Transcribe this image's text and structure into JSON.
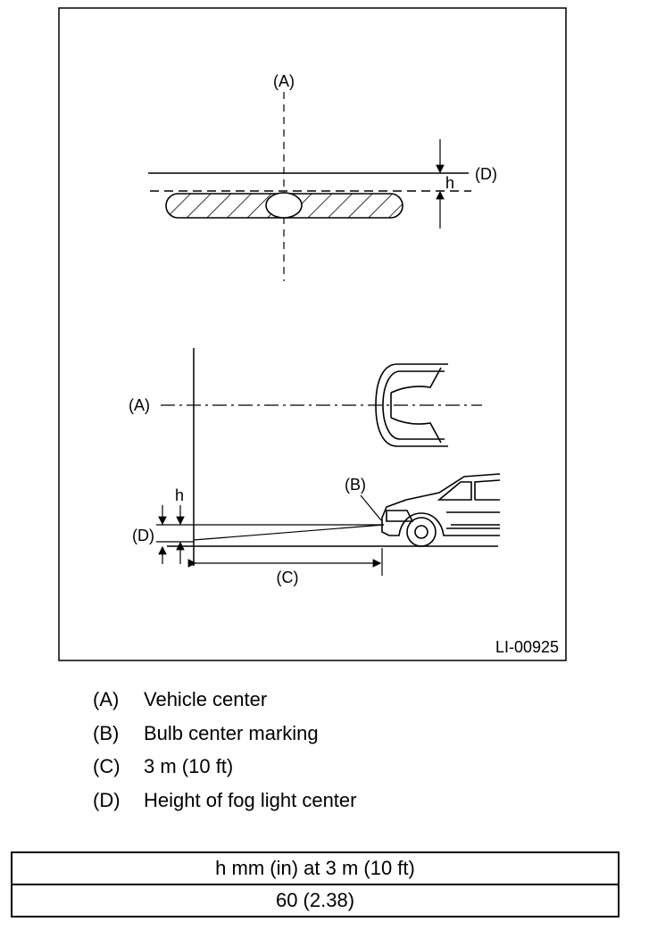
{
  "figure": {
    "code": "LI-00925",
    "labels": {
      "a": "(A)",
      "b": "(B)",
      "c": "(C)",
      "d": "(D)",
      "h": "h"
    }
  },
  "legend": [
    {
      "key": "(A)",
      "text": "Vehicle center"
    },
    {
      "key": "(B)",
      "text": "Bulb center marking"
    },
    {
      "key": "(C)",
      "text": "3 m (10 ft)"
    },
    {
      "key": "(D)",
      "text": "Height of fog light center"
    }
  ],
  "table": {
    "header": "h mm (in) at 3 m (10 ft)",
    "value": "60 (2.38)"
  }
}
